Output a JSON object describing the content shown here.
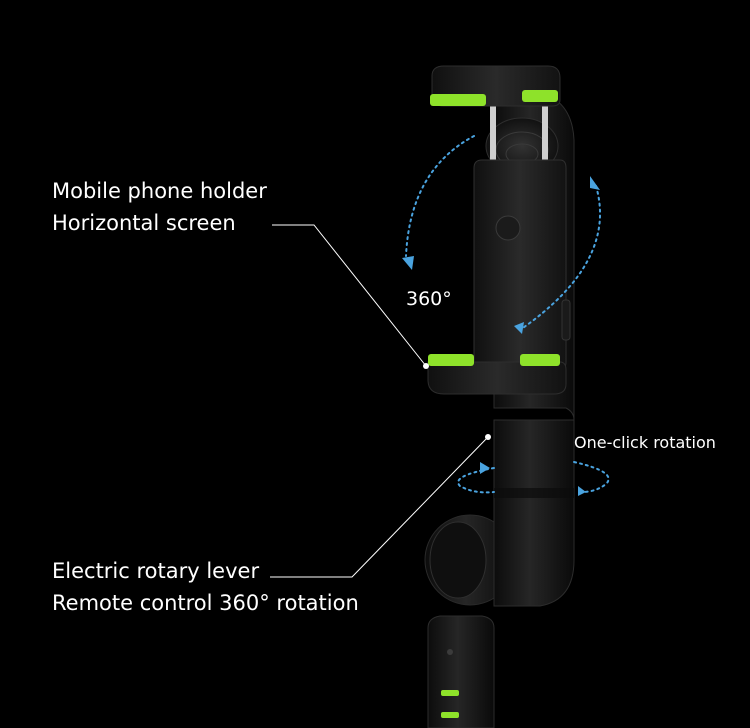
{
  "callouts": {
    "holder": {
      "line1": "Mobile phone holder",
      "line2": "Horizontal screen"
    },
    "rotation_degrees": "360°",
    "one_click": "One-click rotation",
    "lever": {
      "line1": "Electric rotary lever",
      "line2": "Remote control 360° rotation"
    }
  },
  "colors": {
    "background": "#000000",
    "body": "#141414",
    "accent_green": "#8ee22a",
    "arrow_blue": "#4aa3df",
    "leader_line": "#ffffff"
  },
  "icons": [
    "rotation-arrow-icon",
    "swivel-arrow-icon",
    "led-indicator-icon"
  ]
}
